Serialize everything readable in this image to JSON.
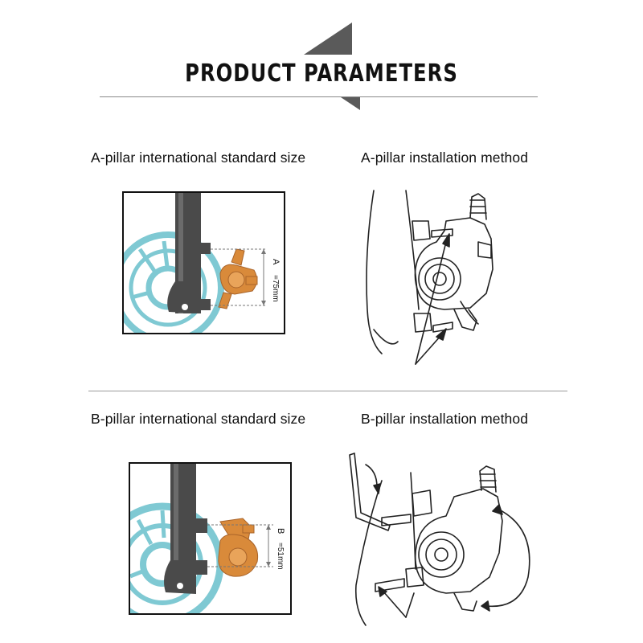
{
  "header": {
    "title": "PRODUCT  PARAMETERS"
  },
  "sections": {
    "a": {
      "size_label": "A-pillar international standard size",
      "install_label": "A-pillar installation method",
      "dim_letter": "A",
      "dim_value": "=75mm"
    },
    "b": {
      "size_label": "B-pillar international standard size",
      "install_label": "B-pillar installation method",
      "dim_letter": "B",
      "dim_value": "=51mm"
    }
  },
  "colors": {
    "rotor": "#7fc9d3",
    "caliper": "#d98a3a",
    "fork": "#4a4a4a",
    "line_art": "#222222",
    "header_triangle": "#5a5a5a"
  }
}
